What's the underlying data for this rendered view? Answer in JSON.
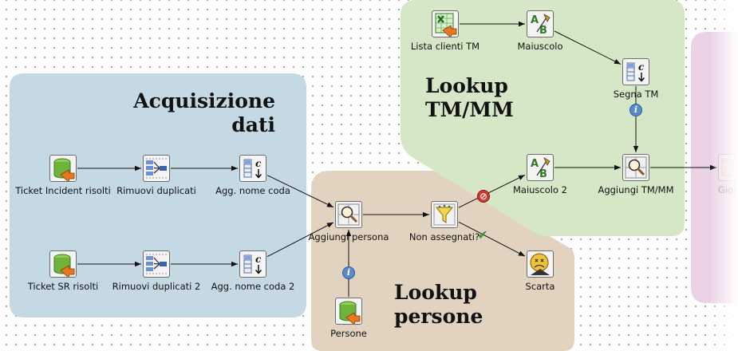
{
  "regions": [
    {
      "id": "acquisizione",
      "label": "Acquisizione\ndati",
      "color": "#c5d9e4"
    },
    {
      "id": "lookup-persone",
      "label": "Lookup\npersone",
      "color": "#e1d3bf"
    },
    {
      "id": "lookup-tm-mm",
      "label": "Lookup\nTM/MM",
      "color": "#d6e7c8"
    },
    {
      "id": "right-region",
      "label": "",
      "color": "#ecd2e6"
    }
  ],
  "steps": [
    {
      "id": "ticket-incident-risolti",
      "label": "Ticket Incident risolti",
      "icon": "table-input-icon"
    },
    {
      "id": "rimuovi-duplicati",
      "label": "Rimuovi duplicati",
      "icon": "unique-rows-icon"
    },
    {
      "id": "agg-nome-coda",
      "label": "Agg. nome coda",
      "icon": "add-constants-icon"
    },
    {
      "id": "ticket-sr-risolti",
      "label": "Ticket SR risolti",
      "icon": "table-input-icon"
    },
    {
      "id": "rimuovi-duplicati-2",
      "label": "Rimuovi duplicati 2",
      "icon": "unique-rows-icon"
    },
    {
      "id": "agg-nome-coda-2",
      "label": "Agg. nome coda 2",
      "icon": "add-constants-icon"
    },
    {
      "id": "aggiungi-persona",
      "label": "Aggiungi persona",
      "icon": "stream-lookup-icon"
    },
    {
      "id": "non-assegnati",
      "label": "Non assegnati?",
      "icon": "filter-rows-icon"
    },
    {
      "id": "persone",
      "label": "Persone",
      "icon": "table-input-icon"
    },
    {
      "id": "scarta",
      "label": "Scarta",
      "icon": "dummy-icon"
    },
    {
      "id": "lista-clienti-tm",
      "label": "Lista clienti TM",
      "icon": "excel-input-icon"
    },
    {
      "id": "maiuscolo",
      "label": "Maiuscolo",
      "icon": "string-operations-icon"
    },
    {
      "id": "segna-tm",
      "label": "Segna TM",
      "icon": "add-constants-icon"
    },
    {
      "id": "maiuscolo-2",
      "label": "Maiuscolo 2",
      "icon": "string-operations-icon"
    },
    {
      "id": "aggiungi-tm-mm",
      "label": "Aggiungi TM/MM",
      "icon": "stream-lookup-icon"
    },
    {
      "id": "giorni",
      "label": "Giorni",
      "icon": "partial-step-icon"
    }
  ],
  "hops": [
    {
      "from": "ticket-incident-risolti",
      "to": "rimuovi-duplicati"
    },
    {
      "from": "rimuovi-duplicati",
      "to": "agg-nome-coda"
    },
    {
      "from": "agg-nome-coda",
      "to": "aggiungi-persona"
    },
    {
      "from": "ticket-sr-risolti",
      "to": "rimuovi-duplicati-2"
    },
    {
      "from": "rimuovi-duplicati-2",
      "to": "agg-nome-coda-2"
    },
    {
      "from": "agg-nome-coda-2",
      "to": "aggiungi-persona"
    },
    {
      "from": "aggiungi-persona",
      "to": "non-assegnati"
    },
    {
      "from": "persone",
      "to": "aggiungi-persona",
      "badge": "info"
    },
    {
      "from": "non-assegnati",
      "to": "maiuscolo-2",
      "badge": "false"
    },
    {
      "from": "non-assegnati",
      "to": "scarta",
      "badge": "true"
    },
    {
      "from": "lista-clienti-tm",
      "to": "maiuscolo"
    },
    {
      "from": "maiuscolo",
      "to": "segna-tm"
    },
    {
      "from": "segna-tm",
      "to": "aggiungi-tm-mm",
      "badge": "info"
    },
    {
      "from": "maiuscolo-2",
      "to": "aggiungi-tm-mm"
    },
    {
      "from": "aggiungi-tm-mm",
      "to": "giorni"
    }
  ],
  "colors": {
    "hop": "#111111",
    "info_badge": "#5b8ac9",
    "false_badge": "#d9352b",
    "true_badge": "#2f9a2a"
  }
}
